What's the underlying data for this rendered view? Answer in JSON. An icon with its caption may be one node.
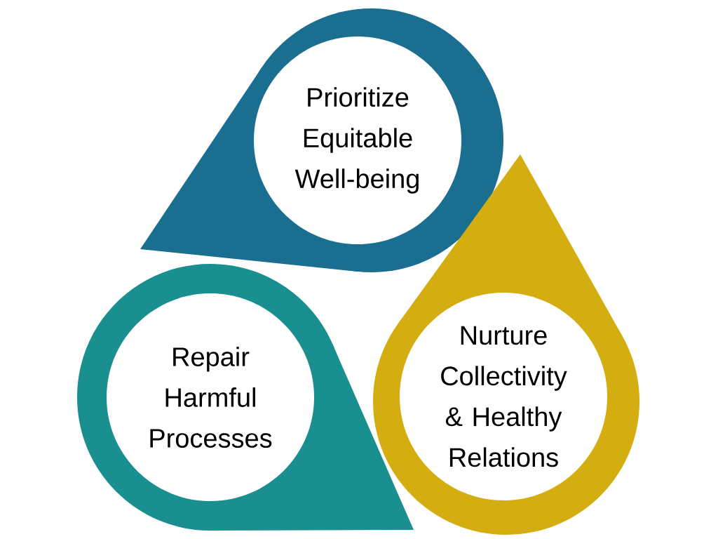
{
  "diagram": {
    "nodes": [
      {
        "text": [
          "Prioritize Equitable Well-being"
        ]
      },
      {
        "text": [
          "Repair Harmful Processes"
        ]
      },
      {
        "text": [
          "Nurture Collectivity & Healthy Relations"
        ]
      }
    ]
  }
}
